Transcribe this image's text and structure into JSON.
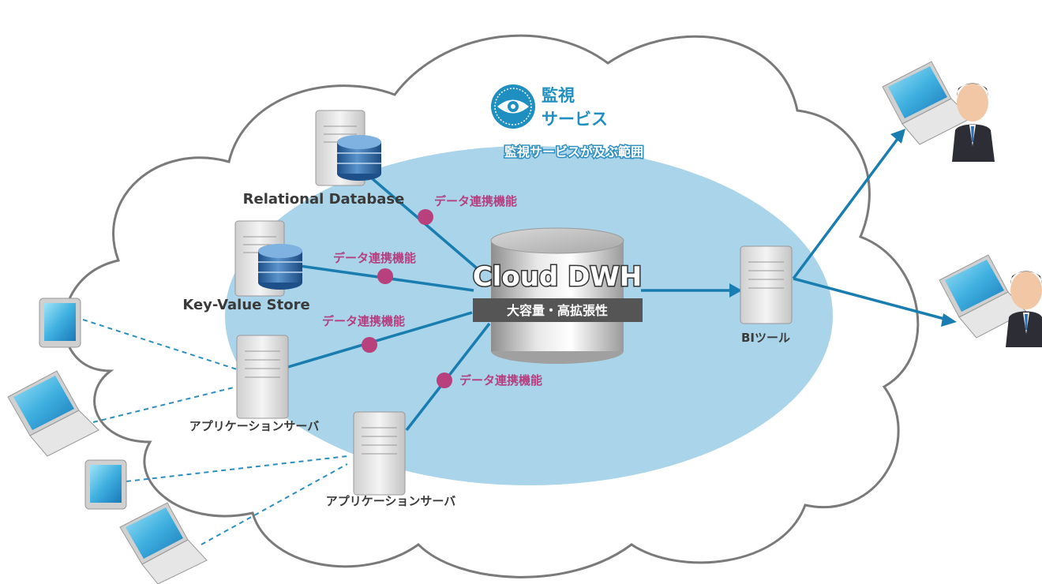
{
  "monitor": {
    "icon": "eye-icon",
    "title_line1": "監視",
    "title_line2": "サービス",
    "scope_label": "監視サービスが及ぶ範囲"
  },
  "dwh": {
    "title": "Cloud DWH",
    "subtitle": "大容量・高拡張性"
  },
  "nodes": {
    "rdb": "Relational Database",
    "kvs": "Key-Value Store",
    "app_server_1": "アプリケーションサーバ",
    "app_server_2": "アプリケーションサーバ",
    "bi_tool": "BIツール"
  },
  "links": {
    "rdb_link": "データ連携機能",
    "kvs_link": "データ連携機能",
    "app1_link": "データ連携機能",
    "app2_link": "データ連携機能"
  },
  "colors": {
    "cloud_outline": "#7a7a7a",
    "scope_fill": "#a9d4ea",
    "connector": "#1a7db0",
    "link_dot": "#b8407d",
    "link_text": "#b3407f",
    "dashed": "#2a8fc0"
  }
}
